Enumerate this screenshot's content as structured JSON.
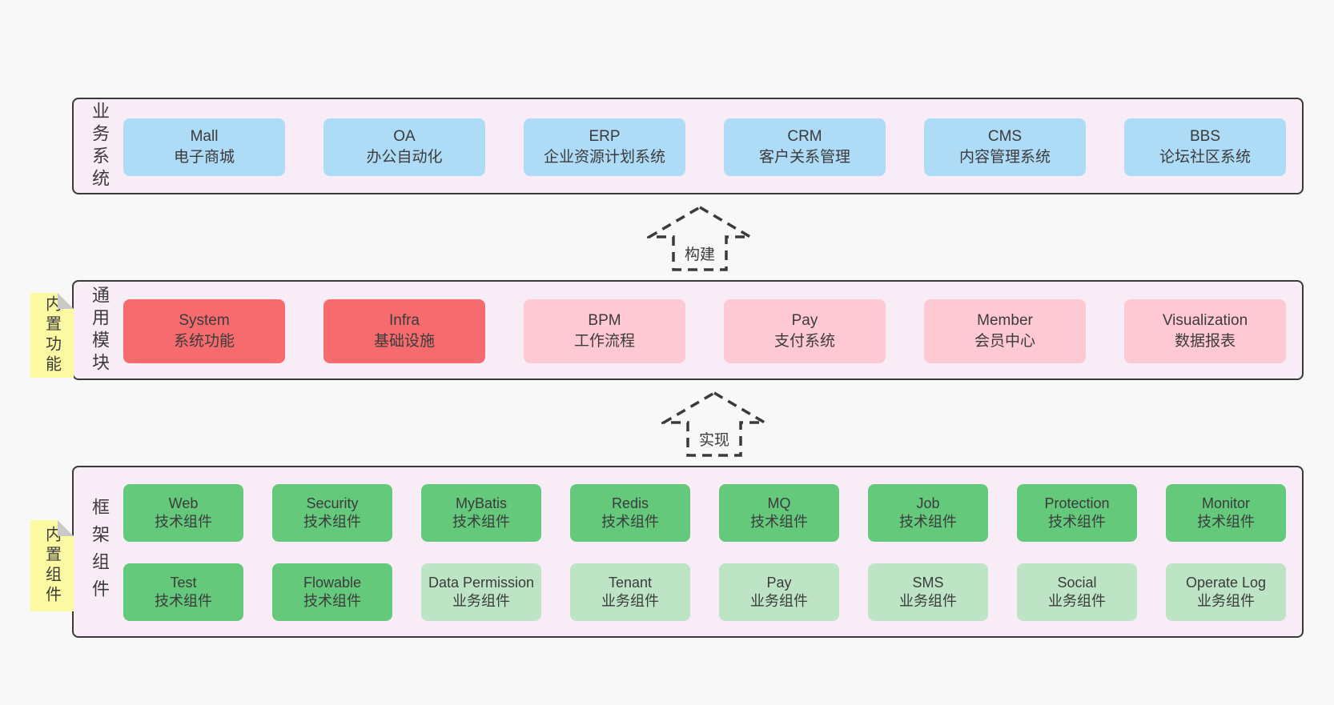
{
  "colors": {
    "page_bg": "#f8f8f8",
    "layer_bg": "#f8edf6",
    "layer_border": "#3a3a3a",
    "blue_box": "#aedcf7",
    "red_box": "#f56b6e",
    "pink_box": "#ffc9d3",
    "green_box": "#65c97c",
    "light_green_box": "#bde5c5",
    "sticky_bg": "#fbf9a2",
    "sticky_fold": "#c9c9c9",
    "text": "#3b3b3b"
  },
  "arrows": [
    {
      "label": "构建"
    },
    {
      "label": "实现"
    }
  ],
  "layers": [
    {
      "name": "业务系统",
      "boxes": [
        {
          "title": "Mall",
          "subtitle": "电子商城",
          "variant": "blue"
        },
        {
          "title": "OA",
          "subtitle": "办公自动化",
          "variant": "blue"
        },
        {
          "title": "ERP",
          "subtitle": "企业资源计划系统",
          "variant": "blue"
        },
        {
          "title": "CRM",
          "subtitle": "客户关系管理",
          "variant": "blue"
        },
        {
          "title": "CMS",
          "subtitle": "内容管理系统",
          "variant": "blue"
        },
        {
          "title": "BBS",
          "subtitle": "论坛社区系统",
          "variant": "blue"
        }
      ]
    },
    {
      "name": "通用模块",
      "sticky": "内置功能",
      "boxes": [
        {
          "title": "System",
          "subtitle": "系统功能",
          "variant": "red"
        },
        {
          "title": "Infra",
          "subtitle": "基础设施",
          "variant": "red"
        },
        {
          "title": "BPM",
          "subtitle": "工作流程",
          "variant": "pink"
        },
        {
          "title": "Pay",
          "subtitle": "支付系统",
          "variant": "pink"
        },
        {
          "title": "Member",
          "subtitle": "会员中心",
          "variant": "pink"
        },
        {
          "title": "Visualization",
          "subtitle": "数据报表",
          "variant": "pink"
        }
      ]
    },
    {
      "name": "框架组件",
      "sticky": "内置组件",
      "rows": [
        [
          {
            "title": "Web",
            "subtitle": "技术组件",
            "variant": "green"
          },
          {
            "title": "Security",
            "subtitle": "技术组件",
            "variant": "green"
          },
          {
            "title": "MyBatis",
            "subtitle": "技术组件",
            "variant": "green"
          },
          {
            "title": "Redis",
            "subtitle": "技术组件",
            "variant": "green"
          },
          {
            "title": "MQ",
            "subtitle": "技术组件",
            "variant": "green"
          },
          {
            "title": "Job",
            "subtitle": "技术组件",
            "variant": "green"
          },
          {
            "title": "Protection",
            "subtitle": "技术组件",
            "variant": "green"
          },
          {
            "title": "Monitor",
            "subtitle": "技术组件",
            "variant": "green"
          }
        ],
        [
          {
            "title": "Test",
            "subtitle": "技术组件",
            "variant": "green"
          },
          {
            "title": "Flowable",
            "subtitle": "技术组件",
            "variant": "green"
          },
          {
            "title": "Data Permission",
            "subtitle": "业务组件",
            "variant": "light-green"
          },
          {
            "title": "Tenant",
            "subtitle": "业务组件",
            "variant": "light-green"
          },
          {
            "title": "Pay",
            "subtitle": "业务组件",
            "variant": "light-green"
          },
          {
            "title": "SMS",
            "subtitle": "业务组件",
            "variant": "light-green"
          },
          {
            "title": "Social",
            "subtitle": "业务组件",
            "variant": "light-green"
          },
          {
            "title": "Operate Log",
            "subtitle": "业务组件",
            "variant": "light-green"
          }
        ]
      ]
    }
  ]
}
